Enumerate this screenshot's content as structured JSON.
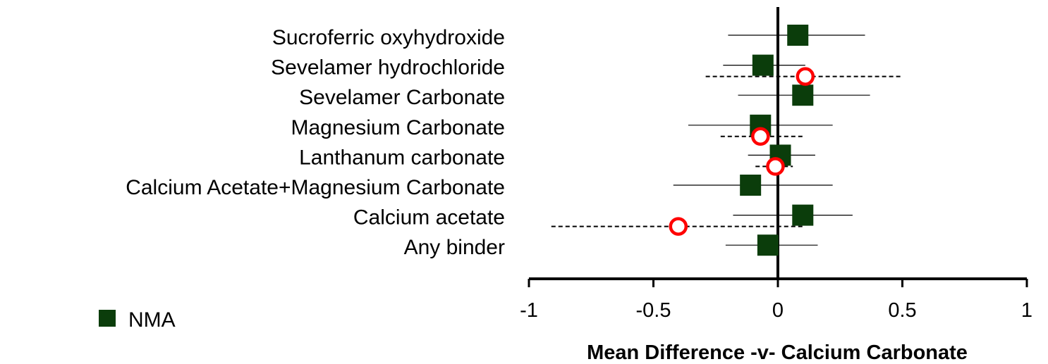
{
  "chart_data": {
    "type": "forest",
    "categories": [
      "Sucroferric oxyhydroxide",
      "Sevelamer hydrochloride",
      "Sevelamer Carbonate",
      "Magnesium Carbonate",
      "Lanthanum carbonate",
      "Calcium Acetate+Magnesium Carbonate",
      "Calcium acetate",
      "Any binder"
    ],
    "xlabel": "Mean Difference -v- Calcium Carbonate",
    "xlim": [
      -1,
      1
    ],
    "xticks": [
      -1,
      -0.5,
      0,
      0.5,
      1
    ],
    "xtick_labels": [
      "-1",
      "-0.5",
      "0",
      "0.5",
      "1"
    ],
    "reference_line": 0,
    "series": [
      {
        "name": "NMA",
        "marker": "square",
        "color": "#0b3d0b",
        "line_style": "solid",
        "points": [
          {
            "category": "Sucroferric oxyhydroxide",
            "estimate": 0.08,
            "lower": -0.2,
            "upper": 0.35
          },
          {
            "category": "Sevelamer hydrochloride",
            "estimate": -0.06,
            "lower": -0.22,
            "upper": 0.11
          },
          {
            "category": "Sevelamer Carbonate",
            "estimate": 0.1,
            "lower": -0.16,
            "upper": 0.37
          },
          {
            "category": "Magnesium Carbonate",
            "estimate": -0.07,
            "lower": -0.36,
            "upper": 0.22
          },
          {
            "category": "Lanthanum carbonate",
            "estimate": 0.01,
            "lower": -0.12,
            "upper": 0.15
          },
          {
            "category": "Calcium Acetate+Magnesium Carbonate",
            "estimate": -0.11,
            "lower": -0.42,
            "upper": 0.22
          },
          {
            "category": "Calcium acetate",
            "estimate": 0.1,
            "lower": -0.18,
            "upper": 0.3
          },
          {
            "category": "Any binder",
            "estimate": -0.04,
            "lower": -0.21,
            "upper": 0.16
          }
        ]
      },
      {
        "name": "",
        "marker": "circle",
        "color": "#ff0000",
        "line_style": "dashed",
        "points": [
          {
            "category": "Sevelamer hydrochloride",
            "estimate": 0.11,
            "lower": -0.29,
            "upper": 0.5
          },
          {
            "category": "Magnesium Carbonate",
            "estimate": -0.07,
            "lower": -0.23,
            "upper": 0.1
          },
          {
            "category": "Lanthanum carbonate",
            "estimate": -0.01,
            "lower": -0.09,
            "upper": 0.06
          },
          {
            "category": "Calcium acetate",
            "estimate": -0.4,
            "lower": -0.91,
            "upper": 0.1
          }
        ]
      }
    ],
    "legend": {
      "placement": "bottom-left",
      "entries": [
        "NMA"
      ]
    }
  }
}
